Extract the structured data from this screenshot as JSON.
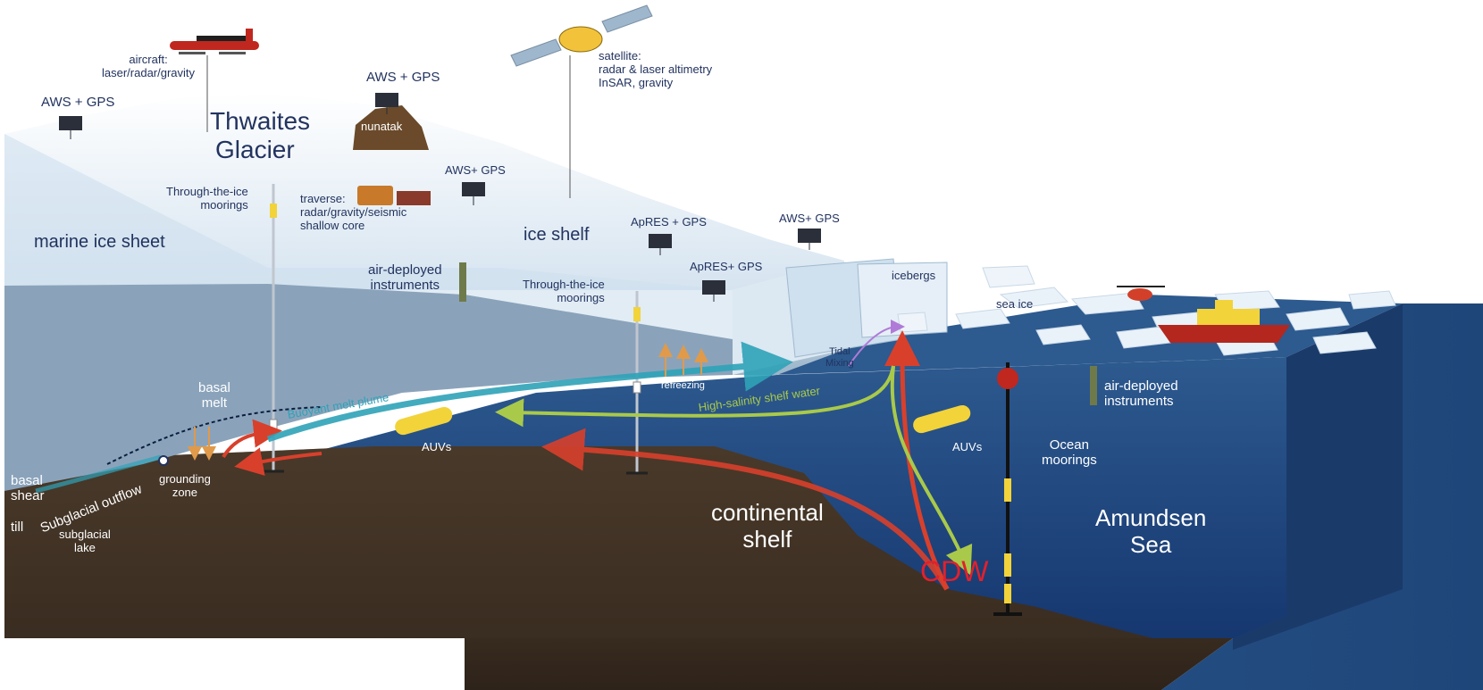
{
  "glacier": {
    "name_line1": "Thwaites",
    "name_line2": "Glacier"
  },
  "aircraft": {
    "title": "aircraft:",
    "detail": "laser/radar/gravity"
  },
  "satellite": {
    "title": "satellite:",
    "line1": "radar & laser altimetry",
    "line2": "InSAR, gravity"
  },
  "aws": {
    "left": "AWS + GPS",
    "nunatak_top": "AWS + GPS",
    "mid": "AWS+ GPS",
    "front": "AWS+ GPS"
  },
  "apres": {
    "upper": "ApRES + GPS",
    "lower": "ApRES+ GPS"
  },
  "nunatak": "nunatak",
  "traverse": {
    "title": "traverse:",
    "line1": "radar/gravity/seismic",
    "line2": "shallow core"
  },
  "moorings_ice_1": {
    "line1": "Through-the-ice",
    "line2": "moorings"
  },
  "moorings_ice_2": {
    "line1": "Through-the-ice",
    "line2": "moorings"
  },
  "marine_ice_sheet": "marine ice sheet",
  "ice_shelf": "ice shelf",
  "air_deployed_1": {
    "line1": "air-deployed",
    "line2": "instruments"
  },
  "air_deployed_2": {
    "line1": "air-deployed",
    "line2": "instruments"
  },
  "icebergs": "icebergs",
  "sea_ice": "sea ice",
  "tidal_mixing": {
    "line1": "Tidal",
    "line2": "Mixing"
  },
  "refreezing": "refreezing",
  "basal_melt": {
    "line1": "basal",
    "line2": "melt"
  },
  "buoyant_melt_plume": "Buoyant melt plume",
  "high_salinity": "High-salinity shelf water",
  "auvs_1": "AUVs",
  "auvs_2": "AUVs",
  "ocean_moorings": {
    "line1": "Ocean",
    "line2": "moorings"
  },
  "grounding_zone": {
    "line1": "grounding",
    "line2": "zone"
  },
  "basal_shear": {
    "line1": "basal",
    "line2": "shear"
  },
  "subglacial_outflow": "Subglacial outflow",
  "till": "till",
  "subglacial_lake": {
    "line1": "subglacial",
    "line2": "lake"
  },
  "continental_shelf": {
    "line1": "continental",
    "line2": "shelf"
  },
  "cdw": "CDW",
  "amundsen_sea": {
    "line1": "Amundsen",
    "line2": "Sea"
  },
  "colors": {
    "ice_surface": "#eef4fa",
    "ice_face": "#b9cfe0",
    "ice_shelf_under": "#8aa3bb",
    "ocean_deep": "#1b3f78",
    "ocean_front": "#2c5a92",
    "seabed": "#4a3a2c",
    "cdw_arrow": "#d8402c",
    "hssw_arrow": "#a9c94a",
    "plume_arrow": "#2fa3b8",
    "label": "#22335f",
    "cdw_text": "#e2202c"
  }
}
